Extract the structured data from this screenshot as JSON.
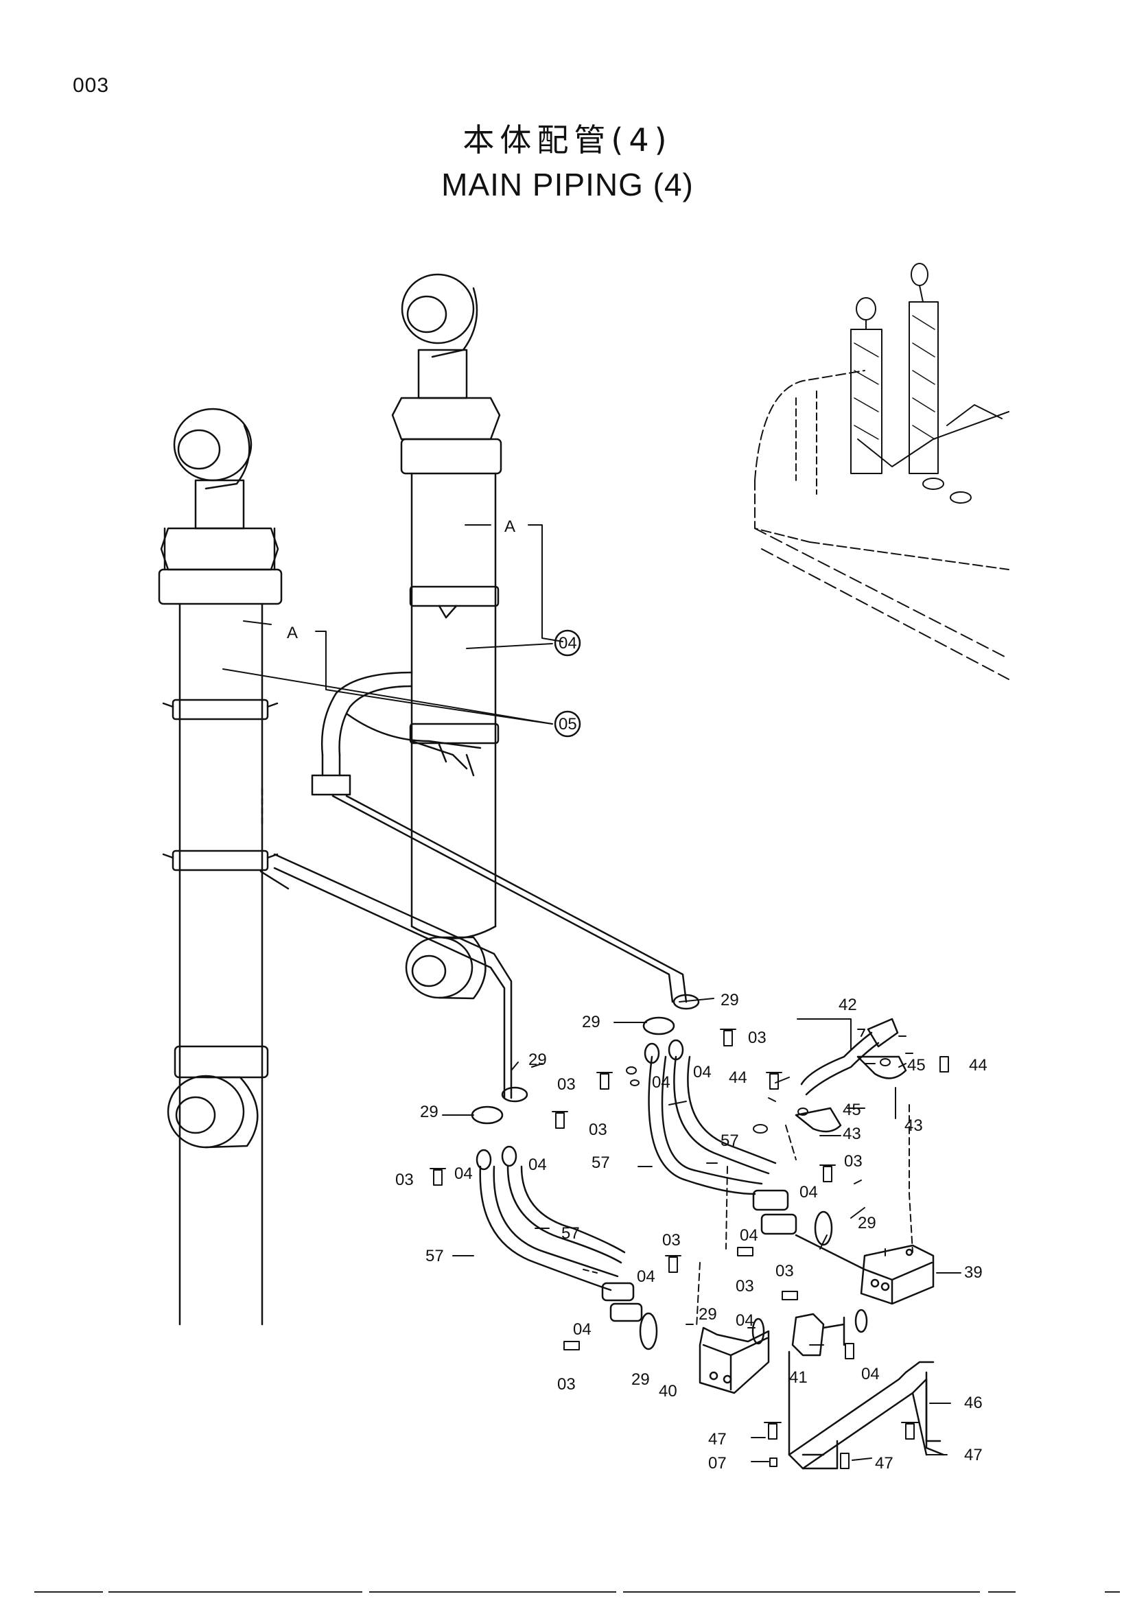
{
  "page_number": "003",
  "title_jp": "本体配管(4)",
  "title_en": "MAIN PIPING (4)",
  "callouts": {
    "a1": "A",
    "a2": "A",
    "c04": "04",
    "c05": "05",
    "n29a": "29",
    "n29b": "29",
    "n29c": "29",
    "n29d": "29",
    "n29e": "29",
    "n29f": "29",
    "n29g": "29",
    "n03a": "03",
    "n03b": "03",
    "n03c": "03",
    "n03d": "03",
    "n03e": "03",
    "n03f": "03",
    "n03g": "03",
    "n03h": "03",
    "n03i": "03",
    "n04a": "04",
    "n04b": "04",
    "n04c": "04",
    "n04d": "04",
    "n04e": "04",
    "n04f": "04",
    "n04g": "04",
    "n04h": "04",
    "n04i": "04",
    "n04j": "04",
    "n42": "42",
    "n45a": "45",
    "n45b": "45",
    "n44a": "44",
    "n44b": "44",
    "n43a": "43",
    "n43b": "43",
    "n57a": "57",
    "n57b": "57",
    "n57c": "57",
    "n57d": "57",
    "n39": "39",
    "n40": "40",
    "n41": "41",
    "n46": "46",
    "n47a": "47",
    "n47b": "47",
    "n47c": "47",
    "n07": "07"
  }
}
